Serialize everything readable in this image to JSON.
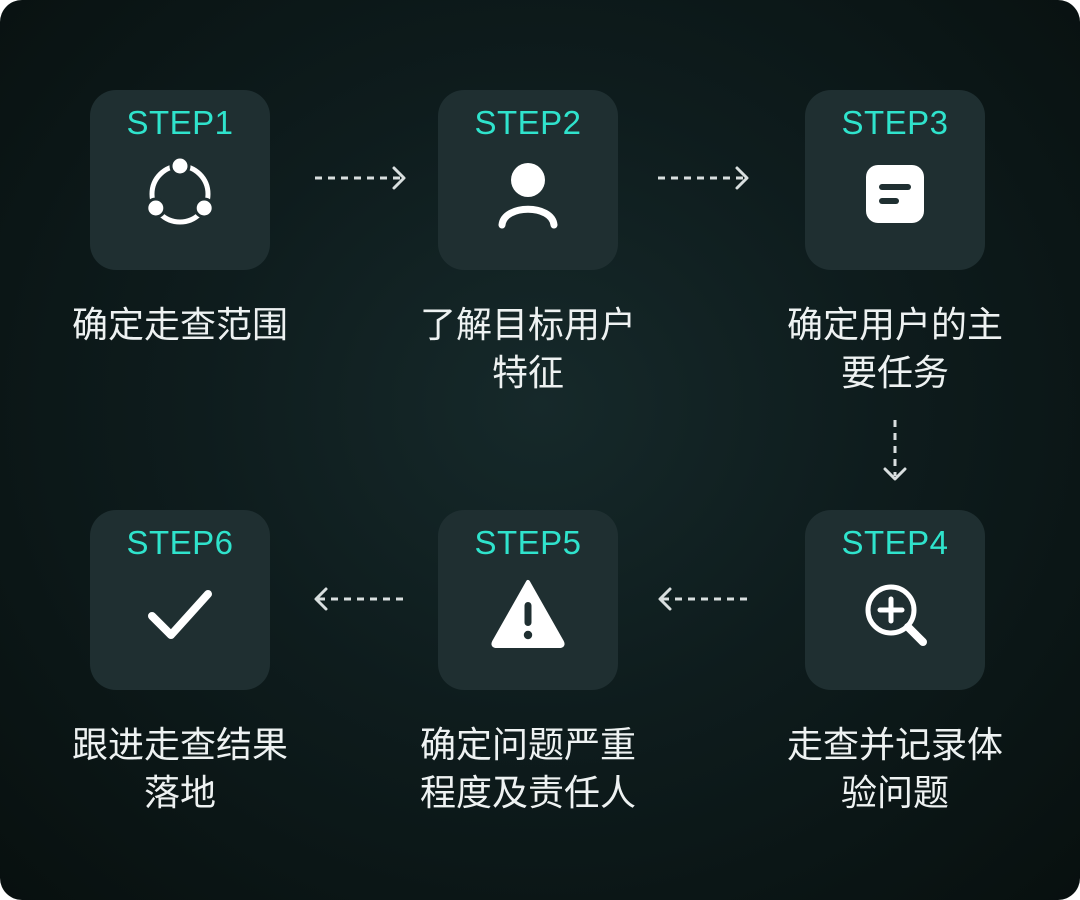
{
  "steps": [
    {
      "label": "STEP1",
      "icon": "share-nodes-icon",
      "caption": [
        "确定走查范围"
      ]
    },
    {
      "label": "STEP2",
      "icon": "user-icon",
      "caption": [
        "了解目标用户",
        "特征"
      ]
    },
    {
      "label": "STEP3",
      "icon": "note-icon",
      "caption": [
        "确定用户的主",
        "要任务"
      ]
    },
    {
      "label": "STEP4",
      "icon": "zoom-in-icon",
      "caption": [
        "走查并记录体",
        "验问题"
      ]
    },
    {
      "label": "STEP5",
      "icon": "warning-icon",
      "caption": [
        "确定问题严重",
        "程度及责任人"
      ]
    },
    {
      "label": "STEP6",
      "icon": "check-icon",
      "caption": [
        "跟进走查结果",
        "落地"
      ]
    }
  ],
  "colors": {
    "accent": "#2fe3cc",
    "card": "#1f2f31",
    "text": "#eef2f2",
    "arrow": "#d9dfdf"
  }
}
